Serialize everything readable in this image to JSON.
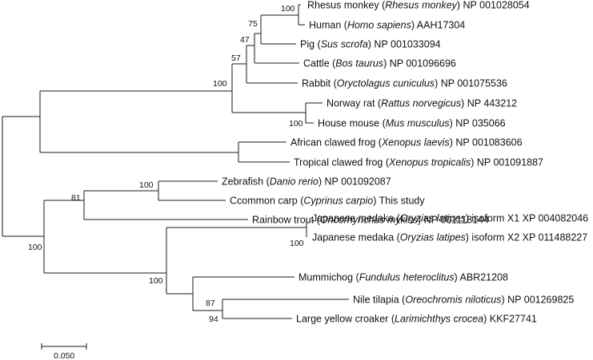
{
  "leaves": [
    {
      "id": "rhesus",
      "common": "Rhesus monkey",
      "species": "Rhesus monkey",
      "accession": "NP 001028054"
    },
    {
      "id": "human",
      "common": "Human",
      "species": "Homo sapiens",
      "accession": "AAH17304"
    },
    {
      "id": "pig",
      "common": "Pig",
      "species": "Sus scrofa",
      "accession": "NP 001033094"
    },
    {
      "id": "cattle",
      "common": "Cattle",
      "species": "Bos taurus",
      "accession": "NP 001096696"
    },
    {
      "id": "rabbit",
      "common": "Rabbit",
      "species": "Oryctolagus cuniculus",
      "accession": "NP 001075536"
    },
    {
      "id": "rat",
      "common": "Norway rat",
      "species": "Rattus norvegicus",
      "accession": "NP 443212"
    },
    {
      "id": "mouse",
      "common": "House mouse",
      "species": "Mus musculus",
      "accession": "NP 035066"
    },
    {
      "id": "africanfrog",
      "common": "African clawed frog",
      "species": "Xenopus laevis",
      "accession": "NP 001083606"
    },
    {
      "id": "tropicalfrog",
      "common": "Tropical clawed frog",
      "species": "Xenopus tropicalis",
      "accession": "NP 001091887"
    },
    {
      "id": "zebrafish",
      "common": "Zebrafish",
      "species": "Danio rerio",
      "accession": "NP 001092087"
    },
    {
      "id": "carp",
      "common": "Ccommon carp",
      "species": "Cyprinus carpio",
      "accession": "This study"
    },
    {
      "id": "trout",
      "common": "Rainbow trout",
      "species": "Oncorhynchus mykiss",
      "accession": "NP 001118144"
    },
    {
      "id": "medakaX1",
      "common": "Japanese medaka",
      "species": "Oryzias latipes",
      "accession": "isoform X1  XP 004082046"
    },
    {
      "id": "medakaX2",
      "common": "Japanese medaka",
      "species": "Oryzias latipes",
      "accession": "isoform X2  XP 011488227"
    },
    {
      "id": "mummichog",
      "common": "Mummichog",
      "species": "Fundulus heteroclitus",
      "accession": "ABR21208"
    },
    {
      "id": "tilapia",
      "common": "Nile tilapia",
      "species": "Oreochromis niloticus",
      "accession": "NP 001269825"
    },
    {
      "id": "croaker",
      "common": "Large yellow croaker",
      "species": "Larimichthys crocea",
      "accession": "KKF27741"
    }
  ],
  "support_values": {
    "rhesus_human": "100",
    "primates_pig": "75",
    "with_cattle": "47",
    "with_rabbit": "57",
    "rodents": "100",
    "mammals": "100",
    "zebrafish_carp": "100",
    "cyprinids_trout": "81",
    "medaka": "100",
    "acanthopterygii": "100",
    "mummichog_group": "87",
    "tilapia_croaker": "94",
    "fish": "100"
  },
  "scale_bar": {
    "label": "0.050"
  }
}
